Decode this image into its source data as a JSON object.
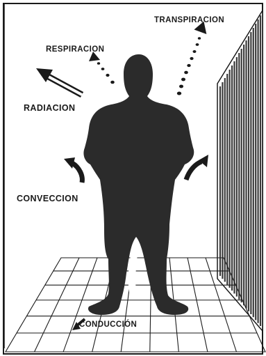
{
  "labels": {
    "transpiracion": "TRANSPIRACION",
    "respiracion": "RESPIRACION",
    "radiacion": "RADIACION",
    "conveccion": "CONVECCION",
    "conduccion": "CONDUCCIÓN"
  },
  "colors": {
    "ink": "#1a1a1a",
    "figure": "#2b2b2b",
    "wall_stripe": "#3a3a3a",
    "background": "#ffffff"
  }
}
